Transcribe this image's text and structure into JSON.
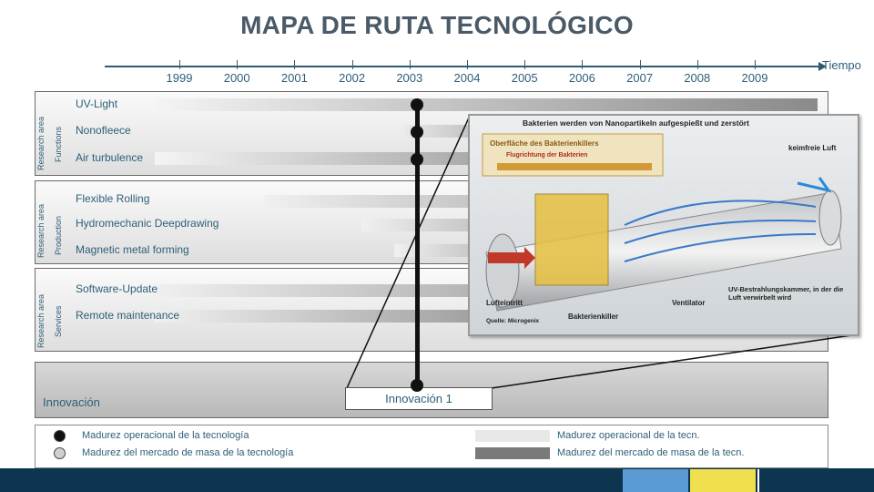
{
  "title": "MAPA DE RUTA TECNOLÓGICO",
  "timeline": {
    "axis_label": "Tiempo",
    "years": [
      "1999",
      "2000",
      "2001",
      "2002",
      "2003",
      "2004",
      "2005",
      "2006",
      "2007",
      "2008",
      "2009"
    ]
  },
  "sections": [
    {
      "area_label": "Research area",
      "name": "Functions",
      "rows": [
        {
          "label": "UV-Light"
        },
        {
          "label": "Nonofleece"
        },
        {
          "label": "Air turbulence"
        }
      ]
    },
    {
      "area_label": "Research area",
      "name": "Production",
      "rows": [
        {
          "label": "Flexible Rolling"
        },
        {
          "label": "Hydromechanic Deepdrawing"
        },
        {
          "label": "Magnetic metal forming"
        }
      ]
    },
    {
      "area_label": "Research area",
      "name": "Services",
      "rows": [
        {
          "label": "Software-Update"
        },
        {
          "label": "Remote maintenance"
        }
      ]
    }
  ],
  "innovation": {
    "panel_label": "Innovación",
    "box_label": "Innovación 1"
  },
  "legend": {
    "dot_black": "Madurez operacional de la tecnología",
    "dot_grey": "Madurez del mercado de masa de la tecnología",
    "bar_light": "Madurez operacional de la tecn.",
    "bar_dark": "Madurez del mercado de masa de la tecn."
  },
  "illustration": {
    "heading": "Bakterien werden von Nanopartikeln aufgespießt und zerstört",
    "inset_title": "Oberfläche des Bakterienkillers",
    "flight": "Flugrichtung der Bakterien",
    "clean_air": "keimfreie Luft",
    "inlet": "Lufteintritt",
    "fan": "Ventilator",
    "chamber": "UV-Bestrahlungskammer, in der die Luft verwirbelt wird",
    "source": "Quelle: Microgenix",
    "killer": "Bakterienkiller"
  },
  "colors": {
    "accent_blue": "#5b9bd5",
    "accent_yellow": "#f0e050",
    "band": "#0d3550",
    "text": "#2e5f78"
  }
}
